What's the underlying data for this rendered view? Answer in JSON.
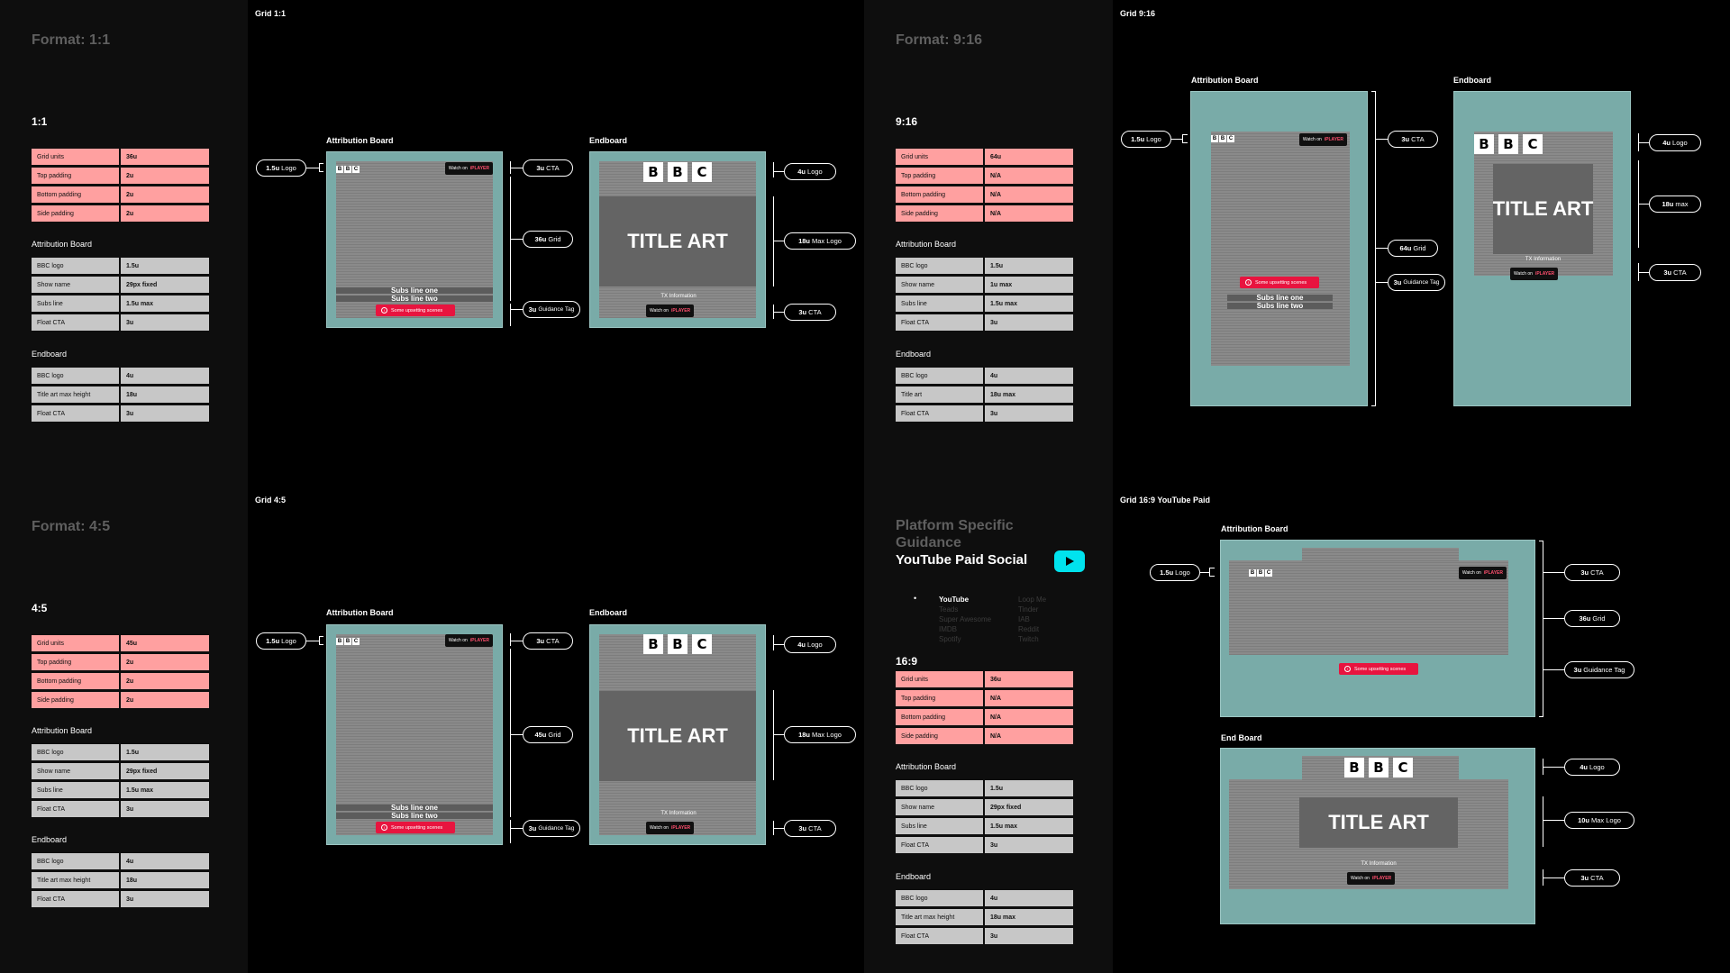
{
  "colors": {
    "pink": "#ffa0a0",
    "grey_row": "#c7c7c7",
    "teal": "#79aba8",
    "guidance_red": "#e8143f",
    "youtube_cyan": "#00e3ee"
  },
  "icons": [
    "play-icon",
    "guidance-warning-icon",
    "iplayer-logo-icon"
  ],
  "brand": {
    "bbc": [
      "B",
      "B",
      "C"
    ],
    "watch_on": "Watch on",
    "iplayer": "iPLAYER",
    "guidance": "Some upsetting scenes",
    "subs_one": "Subs line one",
    "subs_two": "Subs line two",
    "title_art": "TITLE ART",
    "tx_info": "TX Information"
  },
  "boards": {
    "attribution": "Attribution Board",
    "endboard": "Endboard",
    "end_board_alt": "End Board"
  },
  "format_1_1": {
    "title": "Format: 1:1",
    "subtitle": "1:1",
    "grid_label": "Grid 1:1",
    "grid_rows": [
      {
        "k": "Grid units",
        "v": "36u"
      },
      {
        "k": "Top padding",
        "v": "2u"
      },
      {
        "k": "Bottom padding",
        "v": "2u"
      },
      {
        "k": "Side padding",
        "v": "2u"
      }
    ],
    "attribution_label": "Attribution Board",
    "attribution_rows": [
      {
        "k": "BBC logo",
        "v": "1.5u"
      },
      {
        "k": "Show name",
        "v": "29px fixed"
      },
      {
        "k": "Subs line",
        "v": "1.5u max"
      },
      {
        "k": "Float CTA",
        "v": "3u"
      }
    ],
    "endboard_label": "Endboard",
    "endboard_rows": [
      {
        "k": "BBC logo",
        "v": "4u"
      },
      {
        "k": "Title art max height",
        "v": "18u"
      },
      {
        "k": "Float CTA",
        "v": "3u"
      }
    ],
    "callouts": {
      "logo": {
        "u": "1.5u",
        "t": "Logo"
      },
      "cta": {
        "u": "3u",
        "t": "CTA"
      },
      "grid": {
        "u": "36u",
        "t": "Grid"
      },
      "guide": {
        "u": "3u",
        "t": "Guidance Tag"
      },
      "end_logo": {
        "u": "4u",
        "t": "Logo"
      },
      "end_max": {
        "u": "18u",
        "t": "Max Logo"
      },
      "end_cta": {
        "u": "3u",
        "t": "CTA"
      }
    }
  },
  "format_4_5": {
    "title": "Format: 4:5",
    "subtitle": "4:5",
    "grid_label": "Grid 4:5",
    "grid_rows": [
      {
        "k": "Grid units",
        "v": "45u"
      },
      {
        "k": "Top padding",
        "v": "2u"
      },
      {
        "k": "Bottom padding",
        "v": "2u"
      },
      {
        "k": "Side padding",
        "v": "2u"
      }
    ],
    "attribution_label": "Attribution Board",
    "attribution_rows": [
      {
        "k": "BBC logo",
        "v": "1.5u"
      },
      {
        "k": "Show name",
        "v": "29px fixed"
      },
      {
        "k": "Subs line",
        "v": "1.5u max"
      },
      {
        "k": "Float CTA",
        "v": "3u"
      }
    ],
    "endboard_label": "Endboard",
    "endboard_rows": [
      {
        "k": "BBC logo",
        "v": "4u"
      },
      {
        "k": "Title art max height",
        "v": "18u"
      },
      {
        "k": "Float CTA",
        "v": "3u"
      }
    ],
    "callouts": {
      "logo": {
        "u": "1.5u",
        "t": "Logo"
      },
      "cta": {
        "u": "3u",
        "t": "CTA"
      },
      "grid": {
        "u": "45u",
        "t": "Grid"
      },
      "guide": {
        "u": "3u",
        "t": "Guidance Tag"
      },
      "end_logo": {
        "u": "4u",
        "t": "Logo"
      },
      "end_max": {
        "u": "18u",
        "t": "Max Logo"
      },
      "end_cta": {
        "u": "3u",
        "t": "CTA"
      }
    }
  },
  "format_9_16": {
    "title": "Format: 9:16",
    "subtitle": "9:16",
    "grid_label": "Grid 9:16",
    "grid_rows": [
      {
        "k": "Grid units",
        "v": "64u"
      },
      {
        "k": "Top padding",
        "v": "N/A"
      },
      {
        "k": "Bottom padding",
        "v": "N/A"
      },
      {
        "k": "Side padding",
        "v": "N/A"
      }
    ],
    "attribution_label": "Attribution Board",
    "attribution_rows": [
      {
        "k": "BBC logo",
        "v": "1.5u"
      },
      {
        "k": "Show name",
        "v": "1u max"
      },
      {
        "k": "Subs line",
        "v": "1.5u max"
      },
      {
        "k": "Float CTA",
        "v": "3u"
      }
    ],
    "endboard_label": "Endboard",
    "endboard_rows": [
      {
        "k": "BBC logo",
        "v": "4u"
      },
      {
        "k": "Title art",
        "v": "18u max"
      },
      {
        "k": "Float CTA",
        "v": "3u"
      }
    ],
    "callouts": {
      "logo": {
        "u": "1.5u",
        "t": "Logo"
      },
      "cta": {
        "u": "3u",
        "t": "CTA"
      },
      "grid": {
        "u": "64u",
        "t": "Grid"
      },
      "guide": {
        "u": "3u",
        "t": "Guidance Tag"
      },
      "end_logo": {
        "u": "4u",
        "t": "Logo"
      },
      "end_max": {
        "u": "18u",
        "t": "max"
      },
      "end_cta": {
        "u": "3u",
        "t": "CTA"
      }
    }
  },
  "platform": {
    "title": "Platform Specific Guidance",
    "subtitle": "YouTube Paid Social",
    "list_left": [
      "YouTube",
      "Teads",
      "Super Awesome",
      "IMDB",
      "Spotify"
    ],
    "list_right": [
      "Loop Me",
      "Tinder",
      "IAB",
      "Reddit",
      "Twitch"
    ],
    "ratio": "16:9",
    "grid_label": "Grid 16:9 YouTube Paid",
    "grid_rows": [
      {
        "k": "Grid units",
        "v": "36u"
      },
      {
        "k": "Top padding",
        "v": "N/A"
      },
      {
        "k": "Bottom padding",
        "v": "N/A"
      },
      {
        "k": "Side padding",
        "v": "N/A"
      }
    ],
    "attribution_label": "Attribution Board",
    "attribution_rows": [
      {
        "k": "BBC logo",
        "v": "1.5u"
      },
      {
        "k": "Show name",
        "v": "29px fixed"
      },
      {
        "k": "Subs line",
        "v": "1.5u max"
      },
      {
        "k": "Float CTA",
        "v": "3u"
      }
    ],
    "endboard_label": "Endboard",
    "endboard_rows": [
      {
        "k": "BBC logo",
        "v": "4u"
      },
      {
        "k": "Title art max height",
        "v": "18u max"
      },
      {
        "k": "Float CTA",
        "v": "3u"
      }
    ],
    "callouts": {
      "logo": {
        "u": "1.5u",
        "t": "Logo"
      },
      "cta": {
        "u": "3u",
        "t": "CTA"
      },
      "grid": {
        "u": "36u",
        "t": "Grid"
      },
      "guide": {
        "u": "3u",
        "t": "Guidance Tag"
      },
      "end_logo": {
        "u": "4u",
        "t": "Logo"
      },
      "end_max": {
        "u": "10u",
        "t": "Max Logo"
      },
      "end_cta": {
        "u": "3u",
        "t": "CTA"
      }
    }
  }
}
